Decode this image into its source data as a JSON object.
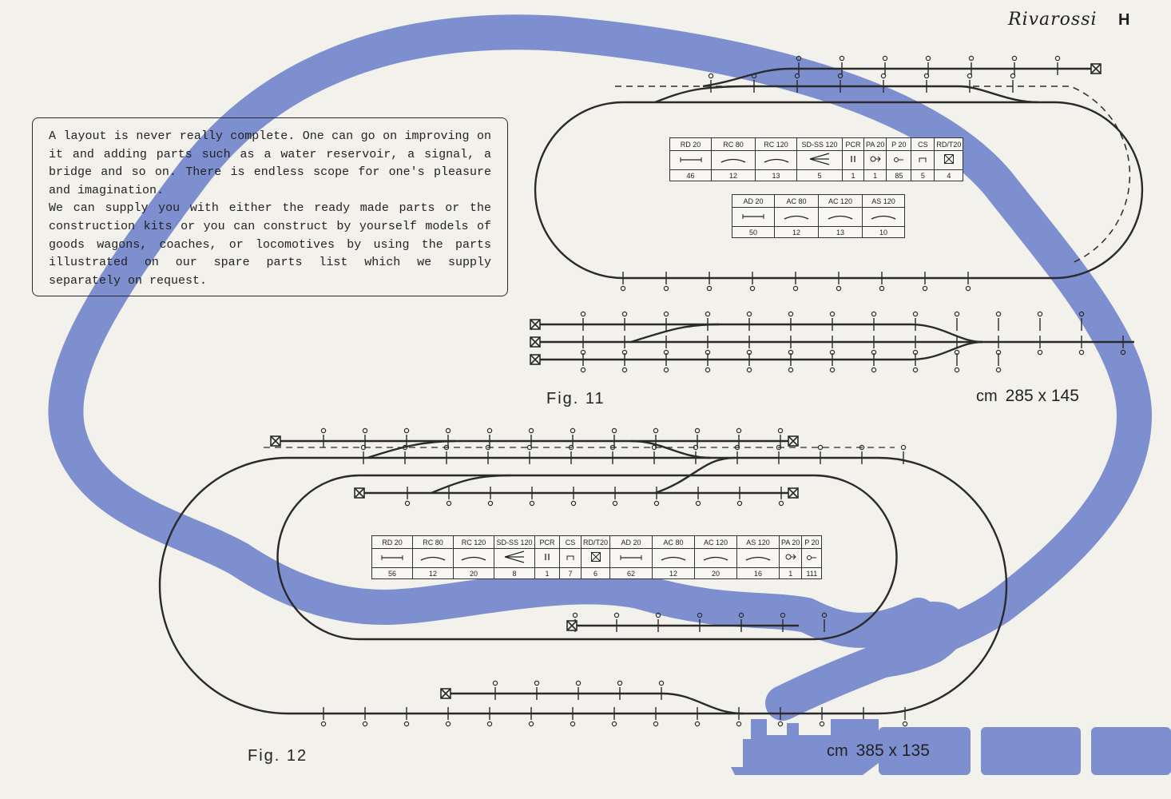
{
  "brand": {
    "name": "Rivarossi",
    "letter": "H"
  },
  "colors": {
    "river": "#7e8fcf",
    "track": "#2a2a2a",
    "paper": "#f3f1ec"
  },
  "intro": {
    "paragraph1": "A layout is never really complete. One can go on improving on it and adding parts such as a water reservoir, a signal, a bridge and so on. There is endless scope for one's pleasure and imagination.",
    "paragraph2": "We can supply you with either the ready made parts or the construction kits or you can construct by yourself models of goods wagons, coaches, or locomotives by using the parts illustrated on our spare parts list which we supply separately on request."
  },
  "fig11": {
    "label": "Fig. 11",
    "dimension_unit": "cm",
    "dimension": "285 x 145",
    "table1": {
      "headers": [
        "RD 20",
        "RC 80",
        "RC 120",
        "SD-SS 120",
        "PCR",
        "PA 20",
        "P 20",
        "CS",
        "RD/T20"
      ],
      "symbols": [
        "straight-track-icon",
        "curve-track-icon",
        "curve-track-icon",
        "switch-icon",
        "pcr-icon",
        "pa-icon",
        "p-icon",
        "cs-icon",
        "buffer-stop-icon"
      ],
      "quantities": [
        "46",
        "12",
        "13",
        "5",
        "1",
        "1",
        "85",
        "5",
        "4"
      ]
    },
    "table2": {
      "headers": [
        "AD 20",
        "AC 80",
        "AC 120",
        "AS 120"
      ],
      "symbols": [
        "straight-track-icon",
        "curve-track-icon",
        "curve-track-icon",
        "curve-track-icon"
      ],
      "quantities": [
        "50",
        "12",
        "13",
        "10"
      ]
    }
  },
  "fig12": {
    "label": "Fig. 12",
    "dimension_unit": "cm",
    "dimension": "385 x 135",
    "table": {
      "headers": [
        "RD 20",
        "RC 80",
        "RC 120",
        "SD-SS 120",
        "PCR",
        "CS",
        "RD/T20",
        "AD 20",
        "AC 80",
        "AC 120",
        "AS 120",
        "PA 20",
        "P 20"
      ],
      "symbols": [
        "straight-track-icon",
        "curve-track-icon",
        "curve-track-icon",
        "switch-icon",
        "pcr-icon",
        "cs-icon",
        "buffer-stop-icon",
        "straight-track-icon",
        "curve-track-icon",
        "curve-track-icon",
        "curve-track-icon",
        "pa-icon",
        "p-icon"
      ],
      "quantities": [
        "56",
        "12",
        "20",
        "8",
        "1",
        "7",
        "6",
        "62",
        "12",
        "20",
        "16",
        "1",
        "111"
      ]
    }
  }
}
